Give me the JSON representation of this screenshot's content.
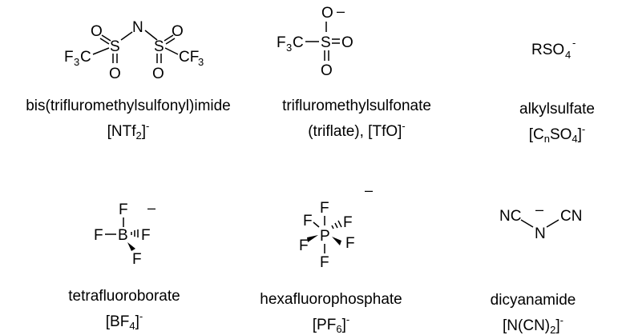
{
  "anions": [
    {
      "id": "ntf2",
      "name": "bis(triflurometh­ylsulfonyl)imide",
      "abbr_main": "[NTf",
      "abbr_sub": "2",
      "abbr_tail": "]",
      "charge": "-"
    },
    {
      "id": "tfo",
      "name": "triflurometh­ylsulfonate",
      "name2": "(triflate), [TfO]",
      "charge": "-"
    },
    {
      "id": "alkylsulfate",
      "name": "alkylsulfate",
      "abbr_main": "[C",
      "abbr_sub": "n",
      "abbr_mid": "SO",
      "abbr_sub2": "4",
      "abbr_tail": "]",
      "charge": "-"
    },
    {
      "id": "bf4",
      "name": "tetrafluoroborate",
      "abbr_main": "[BF",
      "abbr_sub": "4",
      "abbr_tail": "]",
      "charge": "-"
    },
    {
      "id": "pf6",
      "name": "hexafluorophosphate",
      "abbr_main": "[PF",
      "abbr_sub": "6",
      "abbr_tail": "]",
      "charge": "-"
    },
    {
      "id": "dca",
      "name": "dicyanamide",
      "abbr_main": "[N(CN)",
      "abbr_sub": "2",
      "abbr_tail": "]",
      "charge": "-"
    }
  ],
  "atoms": {
    "O": "O",
    "S": "S",
    "N": "N",
    "C": "C",
    "F": "F",
    "B": "B",
    "P": "P",
    "F3C": "F",
    "three": "3",
    "CF3_C": "CF",
    "R": "RSO",
    "four": "4",
    "NC": "NC",
    "CN": "CN",
    "minus": "–",
    "eq": "="
  }
}
